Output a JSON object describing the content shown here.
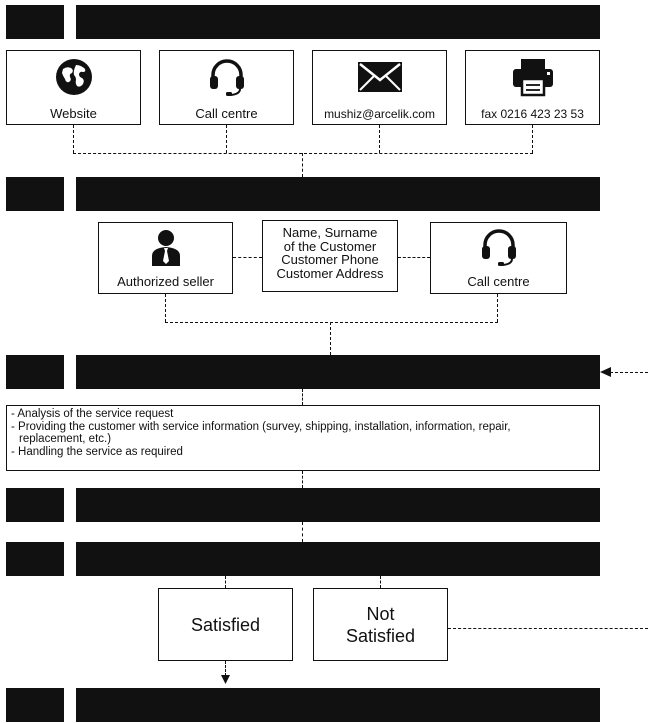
{
  "channels": [
    {
      "label": "Website",
      "icon": "globe-icon"
    },
    {
      "label": "Call centre",
      "icon": "headset-icon"
    },
    {
      "label": "mushiz@arcelik.com",
      "icon": "envelope-icon"
    },
    {
      "label": "fax 0216 423 23 53",
      "icon": "fax-printer-icon"
    }
  ],
  "intake": {
    "left": {
      "label": "Authorized seller",
      "icon": "person-tie-icon"
    },
    "middle": [
      "Name, Surname",
      "of the Customer",
      "Customer Phone",
      "Customer Address"
    ],
    "right": {
      "label": "Call centre",
      "icon": "headset-icon"
    }
  },
  "service_steps": [
    "- Analysis of the service request",
    "- Providing the customer with service information (survey, shipping, installation, information, repair,",
    "  replacement, etc.)",
    "- Handling the service as required"
  ],
  "outcomes": {
    "satisfied": "Satisfied",
    "not_satisfied": [
      "Not",
      "Satisfied"
    ]
  },
  "colors": {
    "ink": "#111111",
    "background": "#ffffff"
  }
}
